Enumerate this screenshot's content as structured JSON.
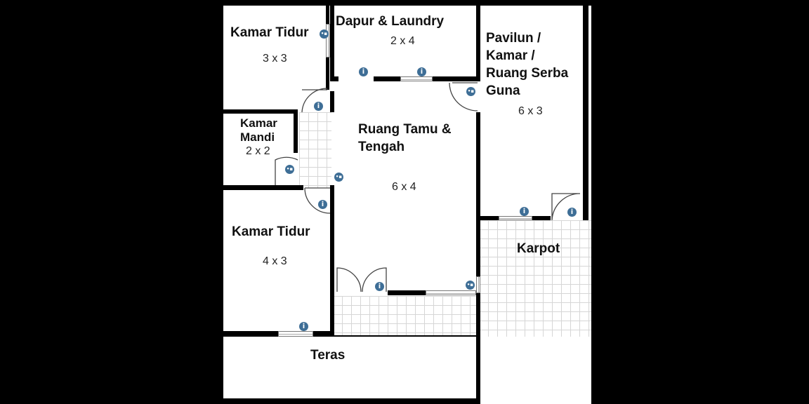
{
  "rooms": {
    "bedroom_top": {
      "name": "Kamar Tidur",
      "size": "3 x 3"
    },
    "kitchen": {
      "name": "Dapur & Laundry",
      "size": "2 x 4"
    },
    "pavilion": {
      "name_lines": [
        "Pavilun /",
        "Kamar /",
        "Ruang Serba",
        "Guna"
      ],
      "size": "6 x 3"
    },
    "bathroom": {
      "name_lines": [
        "Kamar",
        "Mandi"
      ],
      "size": "2 x 2"
    },
    "living": {
      "name_lines": [
        "Ruang Tamu &",
        "Tengah"
      ],
      "size": "6 x 4"
    },
    "bedroom_bottom": {
      "name": "Kamar Tidur",
      "size": "4 x 3"
    },
    "carport": {
      "name": "Karpot"
    },
    "terrace": {
      "name": "Teras"
    }
  },
  "icons": {
    "info": "info-icon",
    "switch": "switch-icon",
    "info_glyph": "i",
    "switch_glyph": "•▪"
  },
  "colors": {
    "background": "#000000",
    "paper": "#ffffff",
    "wall": "#000000",
    "tile_grid": "#d6d6d6",
    "icon": "#3e6e96"
  }
}
